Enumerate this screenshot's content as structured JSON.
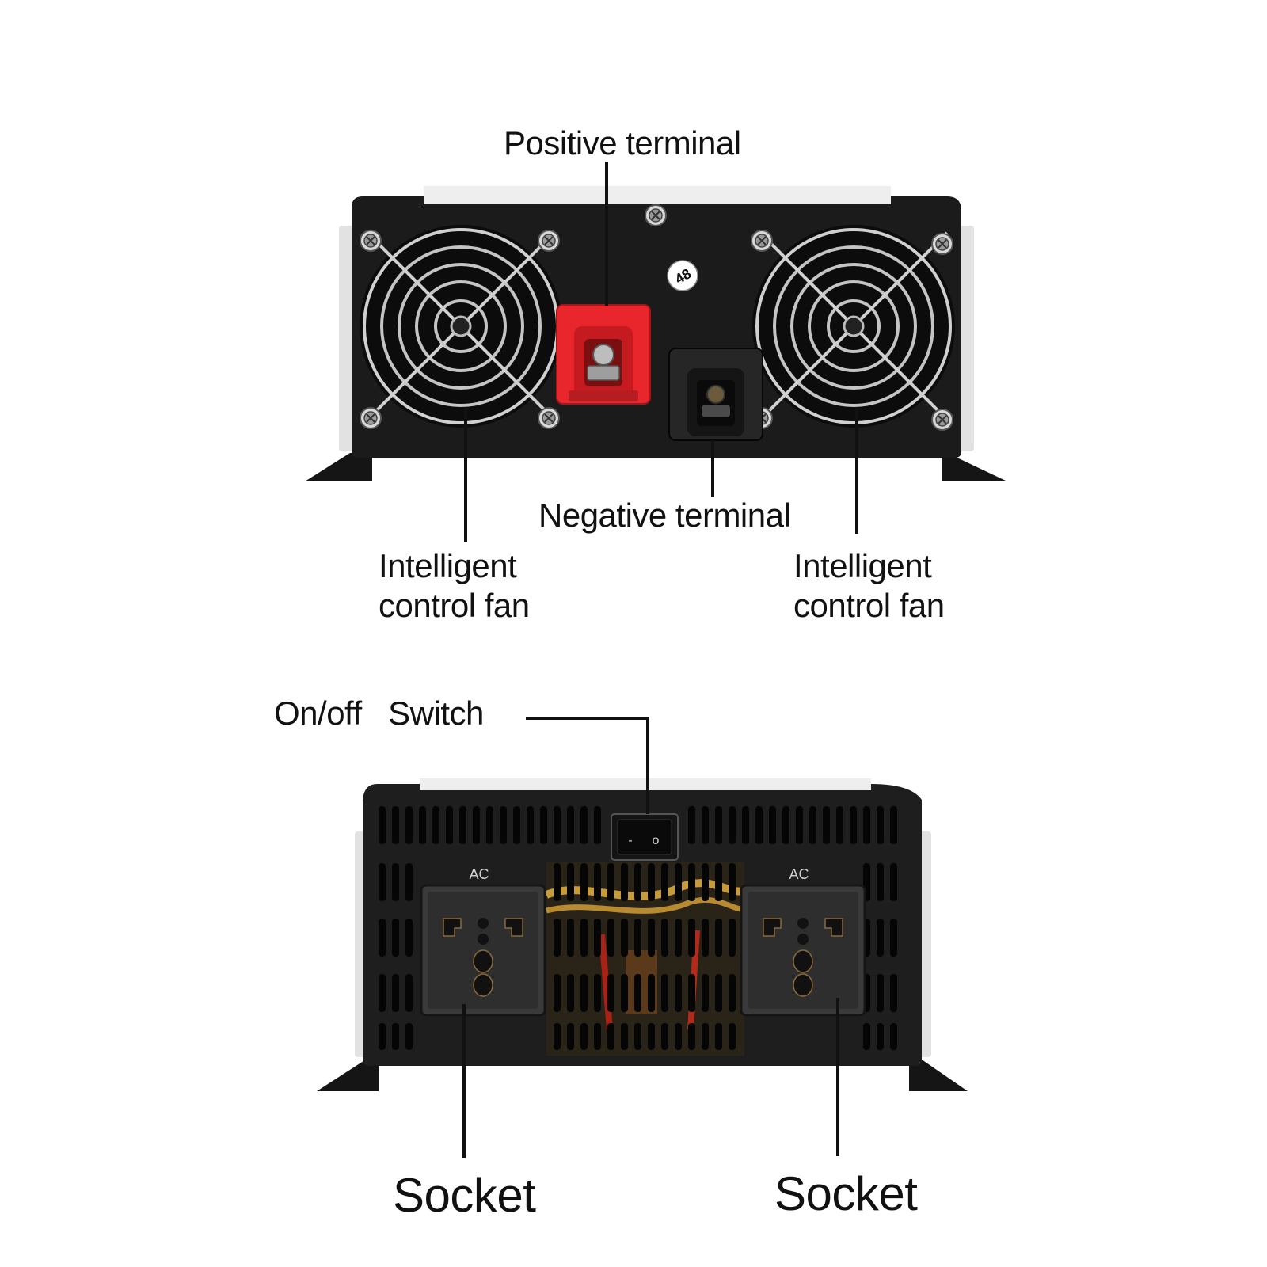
{
  "figure": {
    "top_panel": {
      "positive_terminal_label": "Positive terminal",
      "negative_terminal_label": "Negative terminal",
      "left_fan_label_line1": "Intelligent",
      "left_fan_label_line2": "control fan",
      "right_fan_label_line1": "Intelligent",
      "right_fan_label_line2": "control fan",
      "voltage_badge": "48"
    },
    "bottom_panel": {
      "switch_label": "On/off   Switch",
      "switch_on_symbol": "-",
      "switch_off_symbol": "o",
      "left_socket_tag": "AC",
      "right_socket_tag": "AC",
      "left_socket_label": "Socket",
      "right_socket_label": "Socket"
    },
    "colors": {
      "housing": "#1b1b1b",
      "positive_terminal": "#e8262c",
      "negative_terminal": "#1a1a1a",
      "leader_line": "#111111",
      "fan_guard": "#c8c8c8"
    }
  }
}
